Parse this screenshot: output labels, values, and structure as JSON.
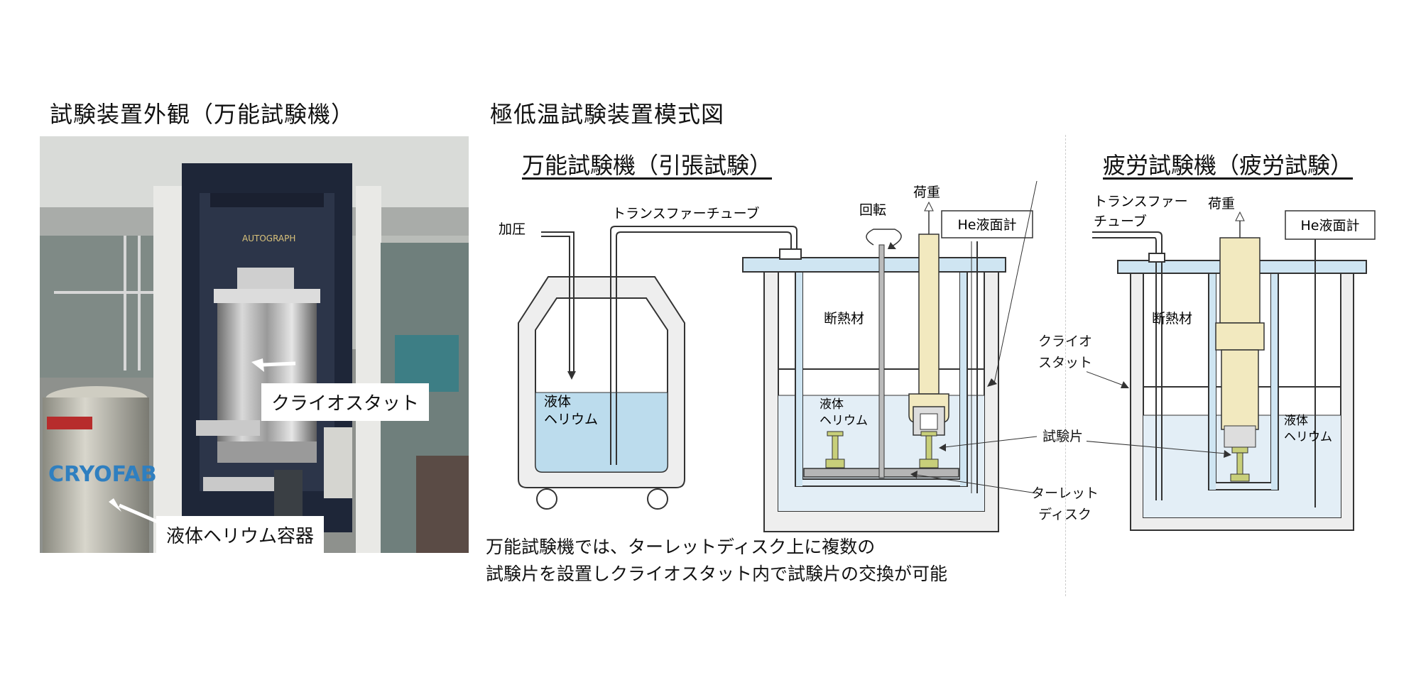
{
  "left_title": "試験装置外観（万能試験機）",
  "right_title": "極低温試験装置模式図",
  "photo": {
    "machine_brand": "AUTOGRAPH",
    "tank_brand": "CRYOFAB",
    "label_cryostat": "クライオスタット",
    "label_helium_container": "液体ヘリウム容器"
  },
  "universal": {
    "heading": "万能試験機（引張試験）",
    "pressure": "加圧",
    "transfer_tube": "トランスファーチューブ",
    "liquid_helium_line1": "液体",
    "liquid_helium_line2": "ヘリウム",
    "rotation": "回転",
    "load": "荷重",
    "he_gauge": "He液面計",
    "insulation": "断熱材",
    "inner_helium_line1": "液体",
    "inner_helium_line2": "ヘリウム",
    "cryostat_line1": "クライオ",
    "cryostat_line2": "スタット",
    "specimen": "試験片",
    "turret_line1": "ターレット",
    "turret_line2": "ディスク",
    "caption_line1": "万能試験機では、ターレットディスク上に複数の",
    "caption_line2": "試験片を設置しクライオスタット内で試験片の交換が可能"
  },
  "fatigue": {
    "heading": "疲労試験機（疲労試験）",
    "transfer_line1": "トランスファー",
    "transfer_line2": "チューブ",
    "load": "荷重",
    "he_gauge": "He液面計",
    "insulation": "断熱材",
    "helium_line1": "液体",
    "helium_line2": "ヘリウム"
  },
  "colors": {
    "helium": "#bcdced",
    "helium_light": "#e3eef6",
    "wall": "#eeeeee",
    "rod": "#f2e9bf",
    "specimen": "#c8cf7a",
    "lid": "#cfe5f2"
  }
}
